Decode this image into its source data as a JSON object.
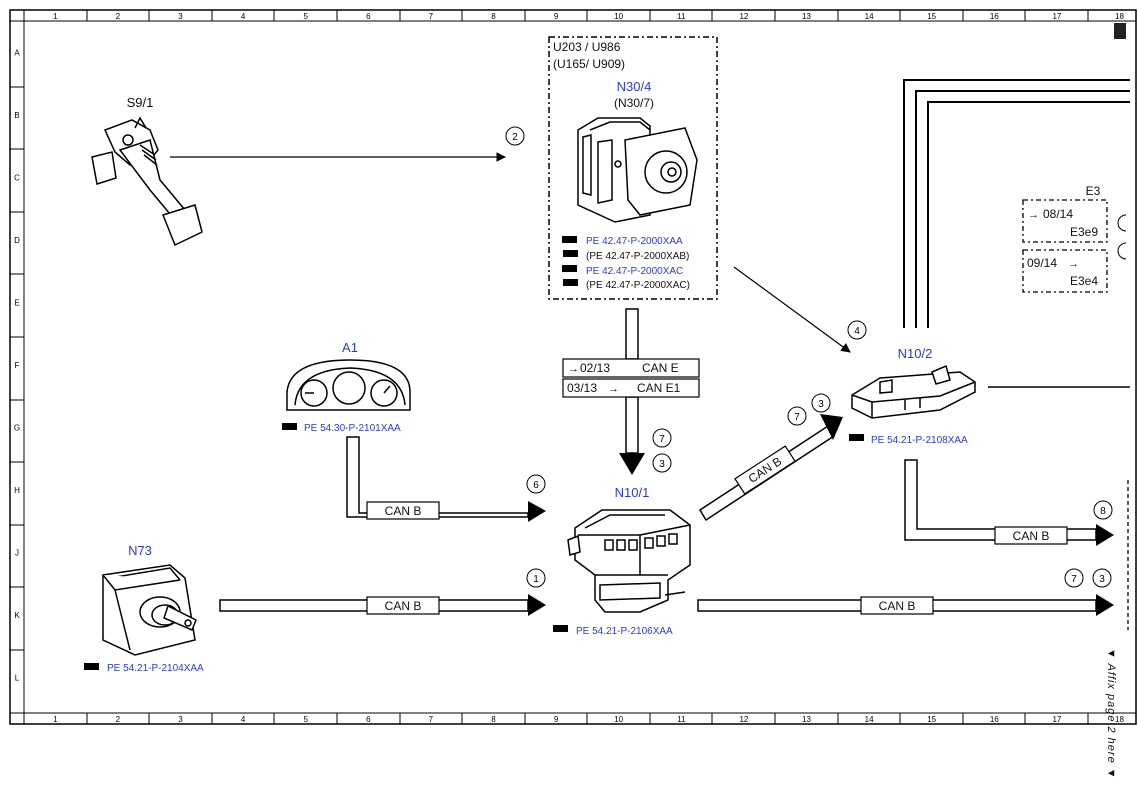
{
  "colors": {
    "component": "#2b3ccc",
    "line": "#000000",
    "ref": "#2b3ccc"
  },
  "grid": {
    "columns": [
      "1",
      "2",
      "3",
      "4",
      "5",
      "6",
      "7",
      "8",
      "9",
      "10",
      "11",
      "12",
      "13",
      "14",
      "15",
      "16",
      "17",
      "18"
    ],
    "rows": [
      "A",
      "B",
      "C",
      "D",
      "E",
      "F",
      "G",
      "H",
      "J",
      "K",
      "L"
    ]
  },
  "components": {
    "s9_1": {
      "code": "S9/1",
      "icon": "brake-pedal-icon"
    },
    "n30_4": {
      "code": "N30/4",
      "alt_code": "(N30/7)",
      "icon": "abs-control-unit-icon"
    },
    "a1": {
      "code": "A1",
      "ref": "PE 54.30-P-2101XAA",
      "icon": "instrument-cluster-icon"
    },
    "n10_2": {
      "code": "N10/2",
      "ref": "PE 54.21-P-2108XAA",
      "icon": "sam-control-unit-icon"
    },
    "n10_1": {
      "code": "N10/1",
      "ref": "PE 54.21-P-2106XAA",
      "icon": "fuse-relay-module-icon"
    },
    "n73": {
      "code": "N73",
      "ref": "PE 54.21-P-2104XAA",
      "icon": "ignition-switch-icon"
    },
    "e3": {
      "code": "E3"
    }
  },
  "variant_box": {
    "line1": "U203 / U986",
    "line2": "(U165/ U909)",
    "refs": [
      "PE 42.47-P-2000XAA",
      "(PE 42.47-P-2000XAB)",
      "PE 42.47-P-2000XAC",
      "(PE 42.47-P-2000XAC)"
    ]
  },
  "can_e_labels": {
    "row1_page": "02/13",
    "row1_bus": "CAN E",
    "row2_page": "03/13",
    "row2_bus": "CAN E1"
  },
  "e3_refs": {
    "row1_page": "08/14",
    "row1_code": "E3e9",
    "row2_page": "09/14",
    "row2_code": "E3e4"
  },
  "bus_labels": {
    "a1_to_n10_1": "CAN B",
    "n73_to_n10_1": "CAN B",
    "n10_1_to_n10_2": "CAN B",
    "n10_2_down": "CAN B",
    "n10_1_right": "CAN B"
  },
  "markers": {
    "s9_to_n30": "2",
    "n30_to_n10_2": "4",
    "n10_1_in_a": "7",
    "n10_1_in_b": "3",
    "a1_arrow": "6",
    "n73_arrow": "1",
    "n10_1_diag_a": "7",
    "n10_1_diag_b": "3",
    "n10_2_down": "8",
    "right_a": "7",
    "right_b": "3"
  },
  "side_note": "▼ Affix page 2 here ▼"
}
